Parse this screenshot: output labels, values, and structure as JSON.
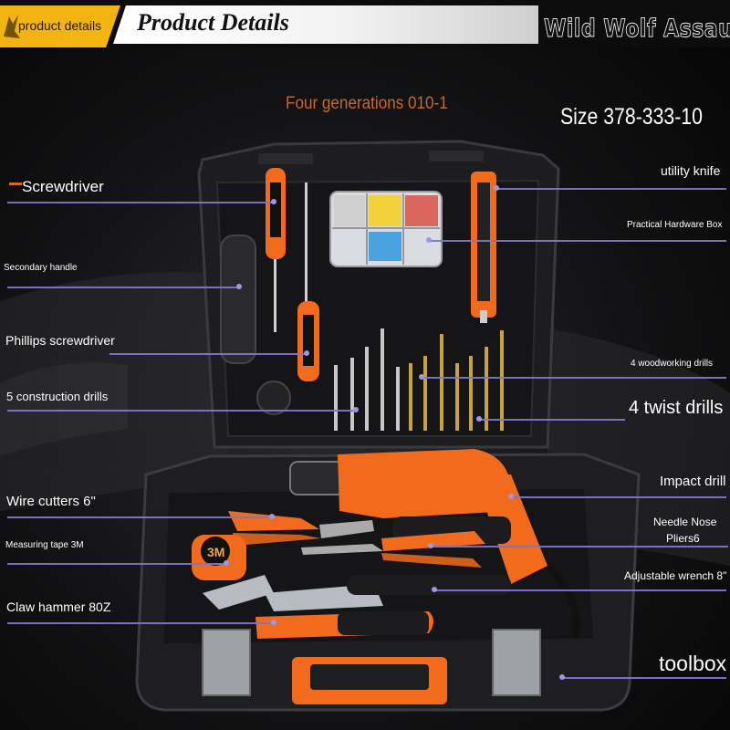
{
  "header": {
    "tab_label": "product details",
    "title": "Product Details",
    "brand": "Wild Wolf Assault"
  },
  "product": {
    "generation": "Four generations 010-1",
    "size": "Size 378-333-10"
  },
  "callouts": {
    "screwdriver": "Screwdriver",
    "secondary_handle": "Secondary handle",
    "phillips_screwdriver": "Phillips screwdriver",
    "construction_drills": "5 construction drills",
    "wire_cutters": "Wire cutters 6\"",
    "measuring_tape": "Measuring tape 3M",
    "claw_hammer": "Claw hammer 80Z",
    "utility_knife": "utility knife",
    "hardware_box": "Practical Hardware Box",
    "woodworking_drills": "4 woodworking drills",
    "twist_drills": "4 twist drills",
    "impact_drill": "Impact drill",
    "needle_nose_pliers_line1": "Needle Nose",
    "needle_nose_pliers_line2": "Pliers6",
    "adjustable_wrench": "Adjustable wrench 8\"",
    "toolbox": "toolbox"
  },
  "tape_brand": "3M",
  "colors": {
    "accent_orange": "#f26a1b",
    "header_yellow": "#f1b411",
    "callout_line": "#7b76c9",
    "case_black": "#1c1c1e"
  }
}
